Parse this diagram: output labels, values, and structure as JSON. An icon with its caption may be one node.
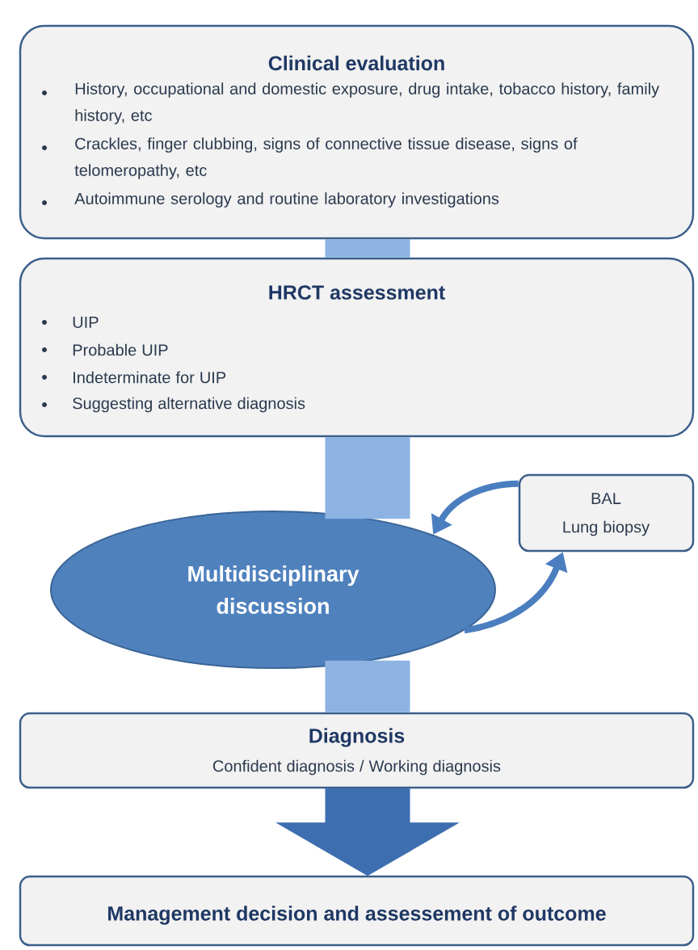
{
  "diagram": {
    "nodes": [
      {
        "text": [
          "Clinical evaluation",
          "History, occupational and domestic exposure, drug intake, tobacco history, family history, etc",
          "Crackles, finger clubbing, signs of connective tissue disease, signs of telomeropathy, etc",
          "Autoimmune serology and routine laboratory investigations"
        ]
      },
      {
        "text": [
          "HRCT assessment",
          "UIP",
          "Probable UIP",
          "Indeterminate for UIP",
          "Suggesting alternative diagnosis"
        ]
      },
      {
        "text": [
          "Multidisciplinary discussion"
        ]
      },
      {
        "text": [
          "BAL",
          "Lung biopsy"
        ]
      },
      {
        "text": [
          "Diagnosis",
          "Confident diagnosis / Working diagnosis"
        ]
      },
      {
        "text": [
          "Management decision and assessement of outcome"
        ]
      }
    ],
    "edges": [
      {
        "from": 0,
        "to": 1,
        "arrow": "none"
      },
      {
        "from": 1,
        "to": 2,
        "arrow": "none"
      },
      {
        "from": 2,
        "to": 4,
        "arrow": "none"
      },
      {
        "from": 3,
        "to": 2,
        "arrow": "to",
        "color": "#4a7ebf"
      },
      {
        "from": 2,
        "to": 3,
        "arrow": "to",
        "color": "#4a7ebf"
      },
      {
        "from": 4,
        "to": 5,
        "arrow": "to",
        "color": "#3d6eb0"
      }
    ]
  }
}
